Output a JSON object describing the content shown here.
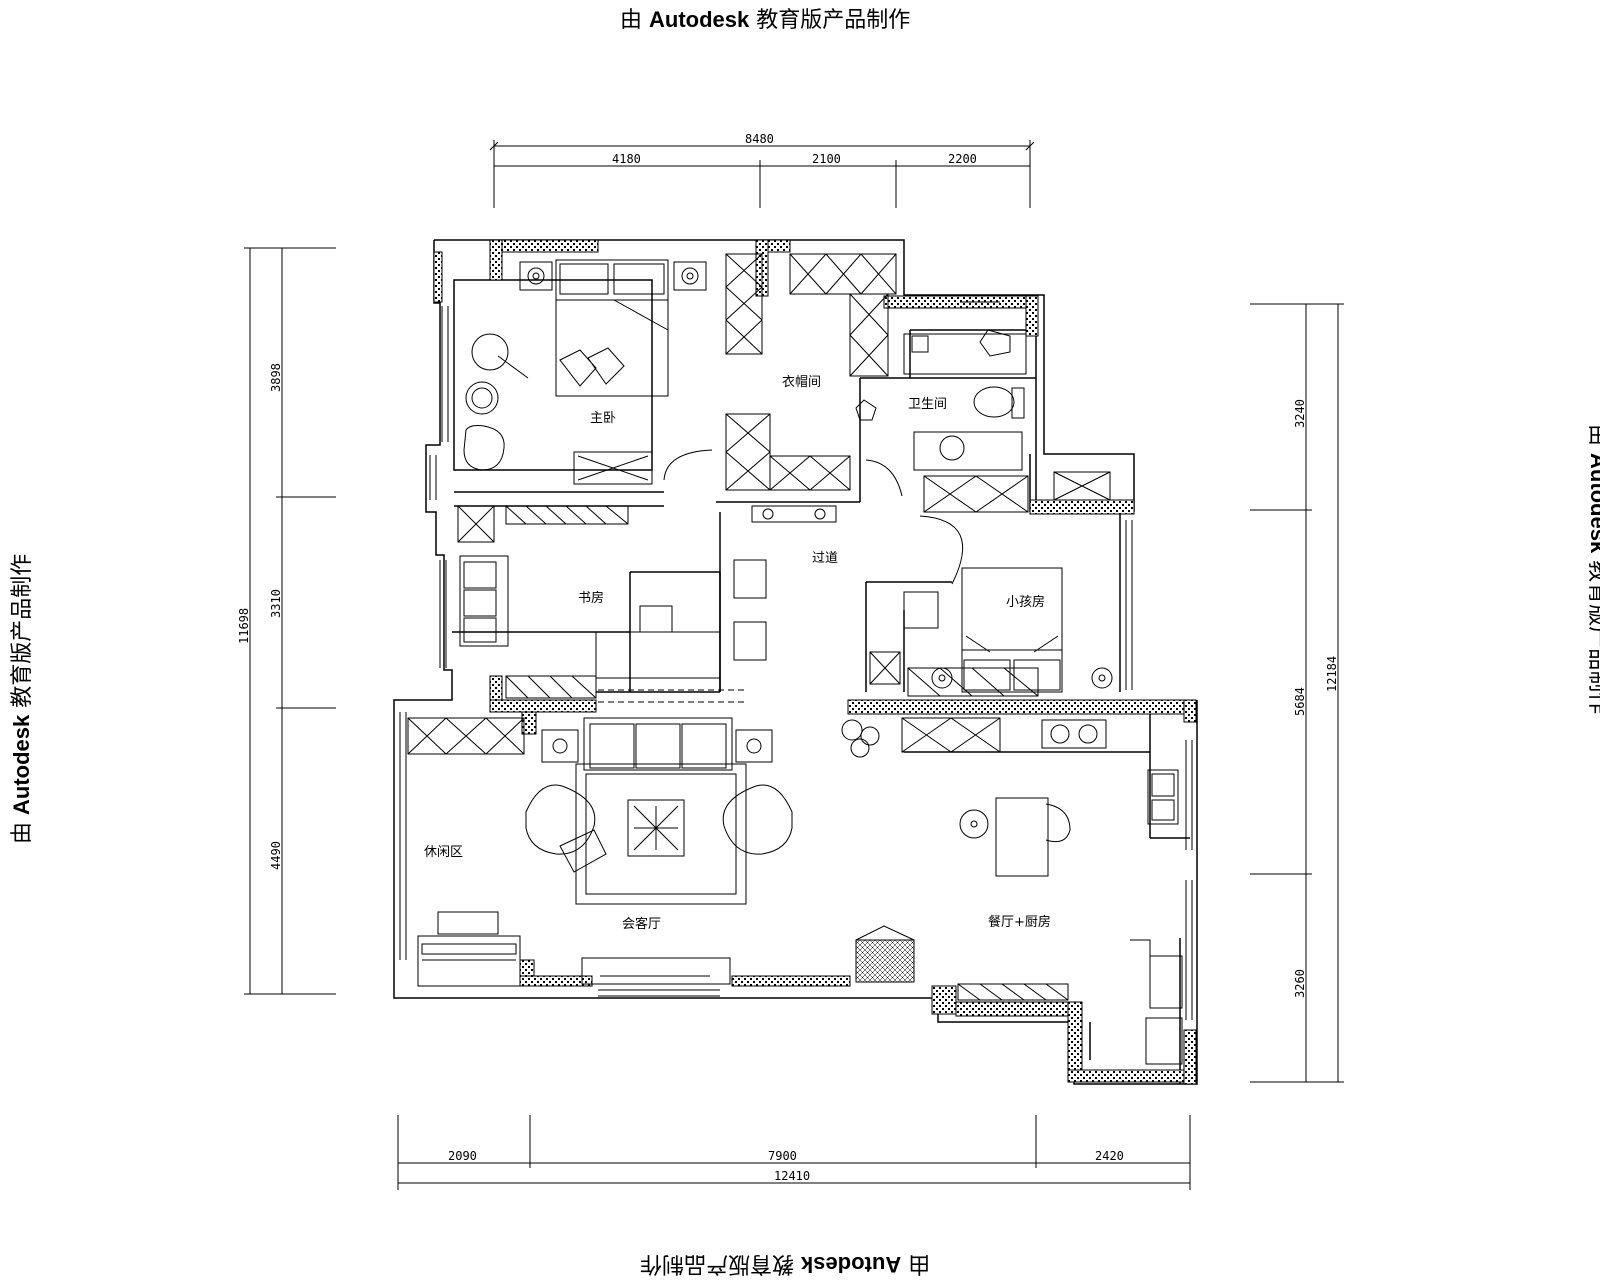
{
  "watermark": {
    "prefix": "由 ",
    "brand": "Autodesk",
    "suffix": " 教育版产品制作"
  },
  "dimensions": {
    "top_total": "8480",
    "top_segments": [
      "4180",
      "2100",
      "2200"
    ],
    "bottom_total": "12410",
    "bottom_segments": [
      "2090",
      "7900",
      "2420"
    ],
    "left_total": "11698",
    "left_segments": [
      "3898",
      "3310",
      "4490"
    ],
    "right_total": "12184",
    "right_segments": [
      "3240",
      "5684",
      "3260"
    ]
  },
  "rooms": {
    "master_bedroom": "主卧",
    "cloakroom": "衣帽间",
    "bathroom": "卫生间",
    "corridor": "过道",
    "study": "书房",
    "kids_room": "小孩房",
    "leisure_area": "休闲区",
    "living_room": "会客厅",
    "dining_kitchen": "餐厅+厨房"
  }
}
